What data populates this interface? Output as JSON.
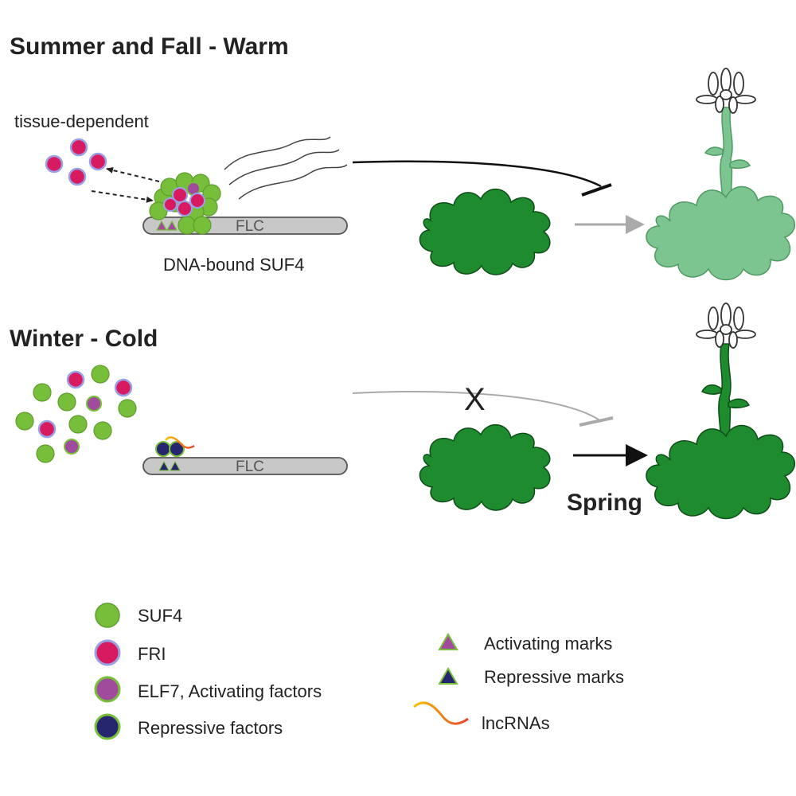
{
  "summer_title": "Summer and Fall - Warm",
  "winter_title": "Winter - Cold",
  "tissue_label": "tissue-dependent",
  "dna_bound_label": "DNA-bound SUF4",
  "flc_label": "FLC",
  "x_mark": "X",
  "spring_label": "Spring",
  "legend": {
    "suf4": "SUF4",
    "fri": "FRI",
    "elf7": "ELF7, Activating factors",
    "repressive_factors": "Repressive factors",
    "activating_marks": "Activating marks",
    "repressive_marks": "Repressive marks",
    "lncrnas": "lncRNAs"
  },
  "colors": {
    "suf4": "#77bf3a",
    "fri": "#d81b60",
    "fri_border": "#9aa0e6",
    "elf7": "#a04b9c",
    "repressive": "#26266f",
    "rosette_dark": "#1e8c2e",
    "rosette_light": "#7cc490",
    "dna_fill": "#c8c8c8",
    "arrow_gray": "#aaaaaa",
    "lncrna_start": "#f6c400",
    "lncrna_end": "#e8432a"
  }
}
